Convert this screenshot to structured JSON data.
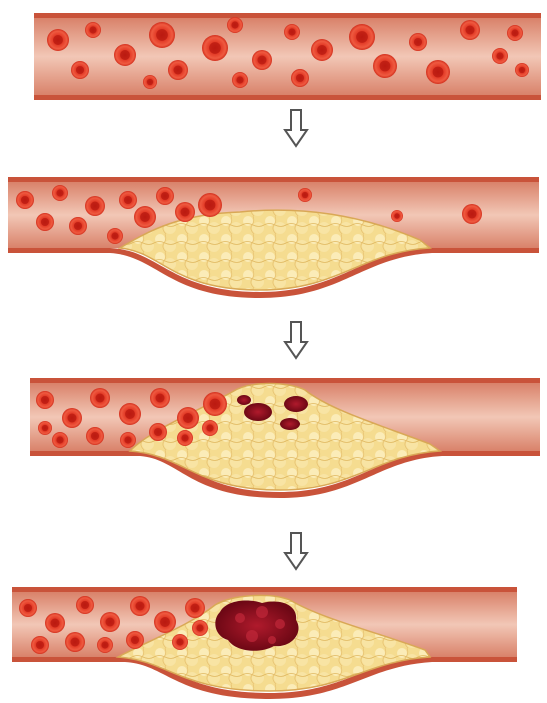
{
  "diagram": {
    "stages": [
      {
        "id": 1,
        "plaque": false,
        "clot": "none",
        "rbc_density": "high"
      },
      {
        "id": 2,
        "plaque": true,
        "clot": "none",
        "rbc_density": "medium"
      },
      {
        "id": 3,
        "plaque": true,
        "clot": "small",
        "rbc_density": "high"
      },
      {
        "id": 4,
        "plaque": true,
        "clot": "large",
        "rbc_density": "high"
      }
    ],
    "arrows": 3,
    "colors": {
      "vessel_wall": "#c9533a",
      "vessel_lumen": "#e7a58f",
      "vessel_lumen_light": "#f2c7b6",
      "rbc_outer": "#e0301e",
      "rbc_inner": "#b81a10",
      "plaque": "#f3d98a",
      "plaque_light": "#fbecb8",
      "clot": "#9b1023",
      "clot_dark": "#6e0815",
      "arrow": "#555555"
    }
  }
}
